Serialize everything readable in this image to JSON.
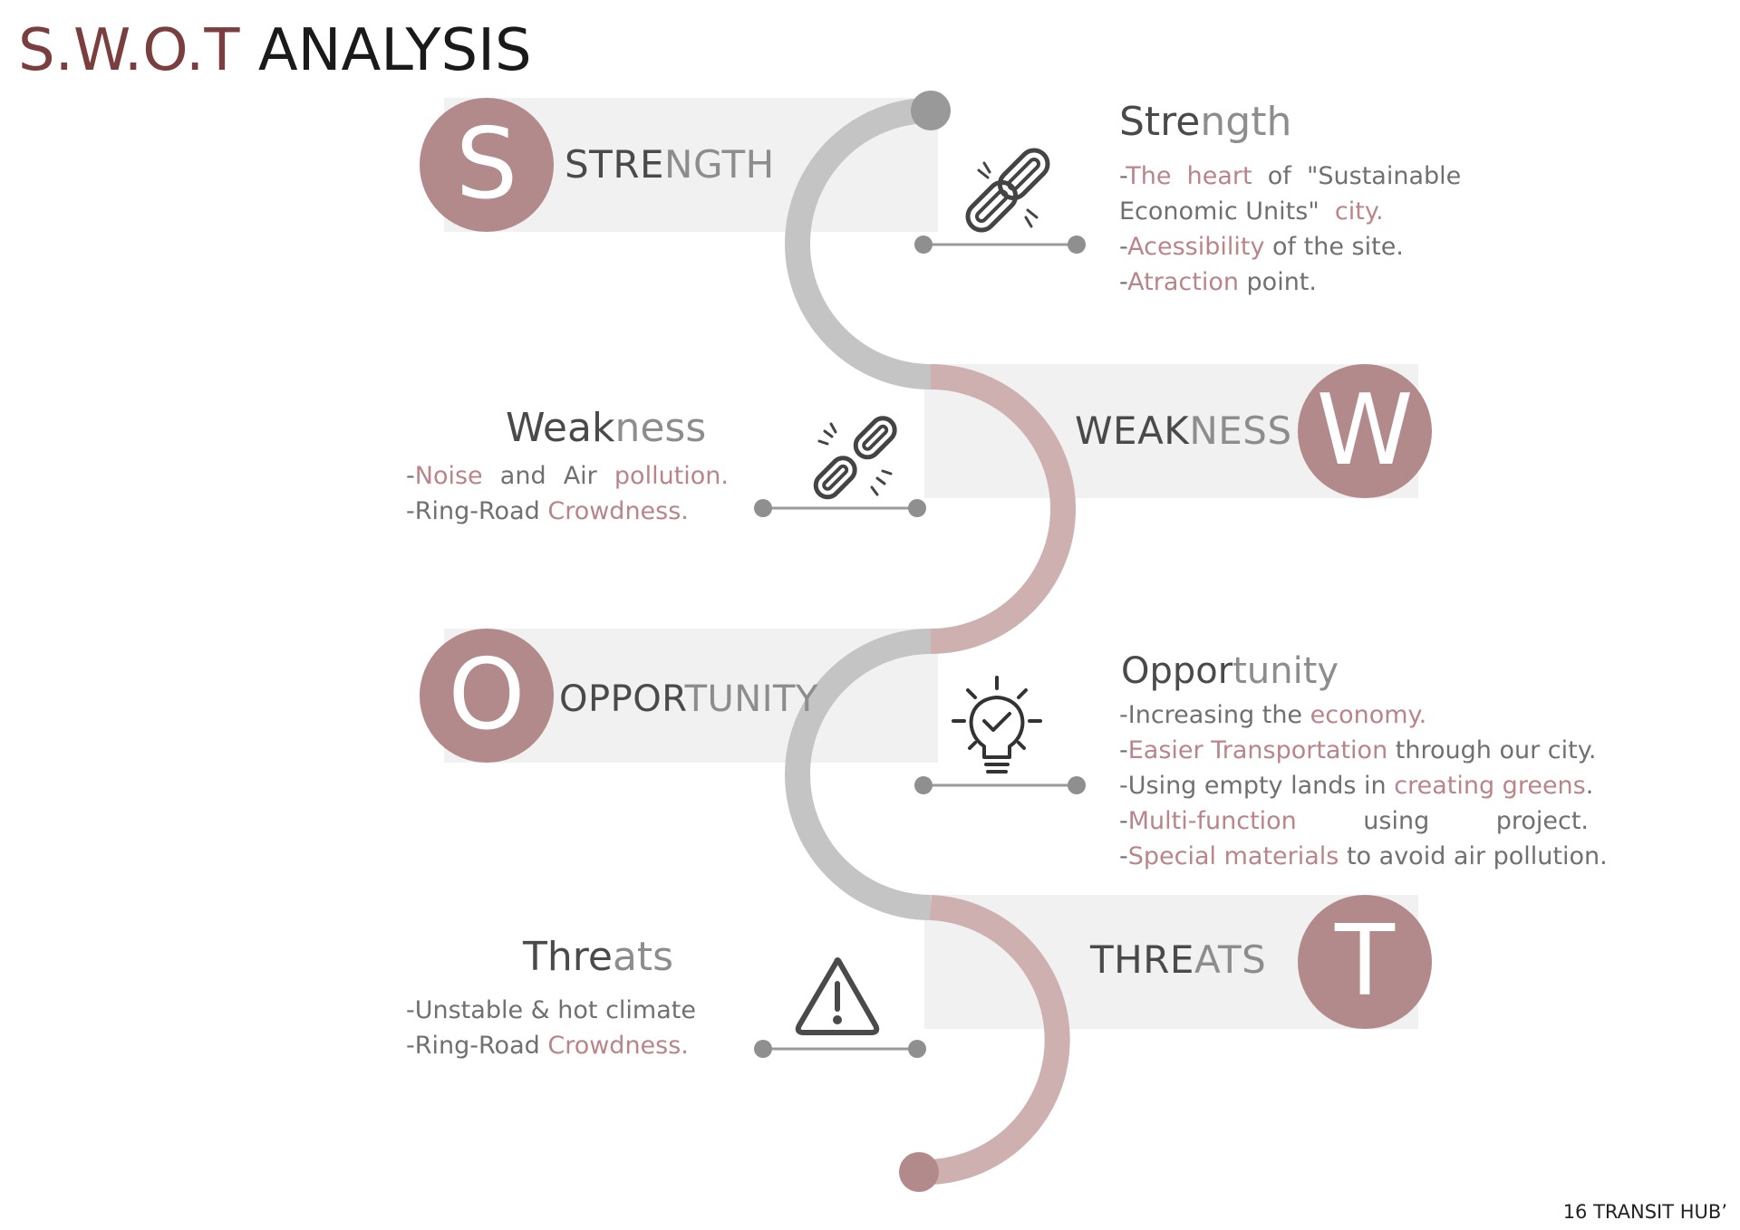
{
  "title": {
    "part1": "S.W.O.T",
    "part2": "ANALYSIS"
  },
  "colors": {
    "accent": "#b38a8b",
    "accent_text": "#b98588",
    "title_accent": "#7a3e3e",
    "band": "#f1f1f1",
    "path_gray": "#c4c4c4",
    "path_pink": "#ceb0b1"
  },
  "strength": {
    "letter": "S",
    "label_dark": "STRE",
    "label_light": "NGTH",
    "heading_dark": "Stre",
    "heading_light": "ngth",
    "icon": "chain-link-icon",
    "lines": [
      {
        "segs": [
          [
            "-",
            "n"
          ],
          [
            "The  heart",
            "a"
          ],
          [
            "  of  \"Sustainable",
            "n"
          ]
        ]
      },
      {
        "segs": [
          [
            "Economic Units\"  ",
            "n"
          ],
          [
            "city.",
            "a"
          ]
        ]
      },
      {
        "segs": [
          [
            "-",
            "n"
          ],
          [
            "Acessibility",
            "a"
          ],
          [
            " of the site.",
            "n"
          ]
        ]
      },
      {
        "segs": [
          [
            "-",
            "n"
          ],
          [
            "Atraction",
            "a"
          ],
          [
            " point.",
            "n"
          ]
        ]
      }
    ]
  },
  "weakness": {
    "letter": "W",
    "label_dark": "WEAK",
    "label_light": "NESS",
    "heading_dark": "Weak",
    "heading_light": "ness",
    "icon": "broken-chain-icon",
    "lines": [
      {
        "justify": true,
        "segs": [
          [
            "-",
            "n"
          ],
          [
            "Noise",
            "a"
          ],
          [
            "and",
            "n"
          ],
          [
            "Air",
            "n"
          ],
          [
            "pollution.",
            "a"
          ]
        ]
      },
      {
        "segs": [
          [
            "-Ring-Road ",
            "n"
          ],
          [
            "Crowdness.",
            "a"
          ]
        ]
      }
    ]
  },
  "opportunity": {
    "letter": "O",
    "label_dark": "OPPOR",
    "label_light": "TUNITY",
    "heading_dark": "Oppor",
    "heading_light": "tunity",
    "icon": "lightbulb-check-icon",
    "lines": [
      {
        "segs": [
          [
            "-Increasing the ",
            "n"
          ],
          [
            "economy.",
            "a"
          ]
        ]
      },
      {
        "segs": [
          [
            "-",
            "n"
          ],
          [
            "Easier Transportation",
            "a"
          ],
          [
            " through our city.",
            "n"
          ]
        ]
      },
      {
        "segs": [
          [
            "-Using empty lands in ",
            "n"
          ],
          [
            "creating greens",
            "a"
          ],
          [
            ".",
            "n"
          ]
        ]
      },
      {
        "justify": true,
        "segs": [
          [
            "-",
            "n"
          ],
          [
            "Multi-function",
            "a"
          ],
          [
            "using",
            "n"
          ],
          [
            "project.",
            "n"
          ]
        ]
      },
      {
        "segs": [
          [
            "-",
            "n"
          ],
          [
            "Special materials",
            "a"
          ],
          [
            " to avoid air pollution.",
            "n"
          ]
        ]
      }
    ]
  },
  "threats": {
    "letter": "T",
    "label_dark": "THRE",
    "label_light": "ATS",
    "heading_dark": "Thre",
    "heading_light": "ats",
    "icon": "warning-triangle-icon",
    "lines": [
      {
        "segs": [
          [
            "-Unstable & hot climate",
            "n"
          ]
        ]
      },
      {
        "segs": [
          [
            "-Ring-Road ",
            "n"
          ],
          [
            "Crowdness.",
            "a"
          ]
        ]
      }
    ]
  },
  "footer": "16 TRANSIT HUB’"
}
